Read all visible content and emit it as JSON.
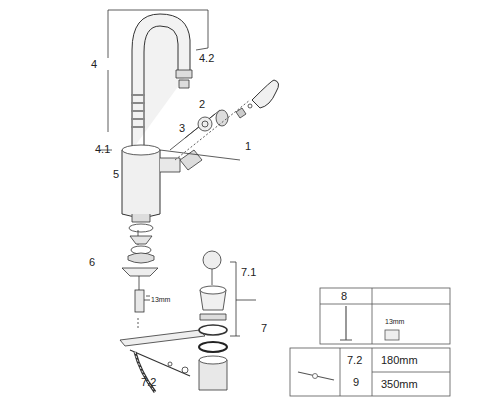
{
  "diagram": {
    "labels": [
      "4",
      "4.2",
      "2",
      "3",
      "1",
      "4.1",
      "5",
      "6",
      "13mm",
      "7.1",
      "7",
      "7.2",
      "8",
      "13mm",
      "7.2",
      "180mm",
      "9",
      "350mm"
    ]
  }
}
